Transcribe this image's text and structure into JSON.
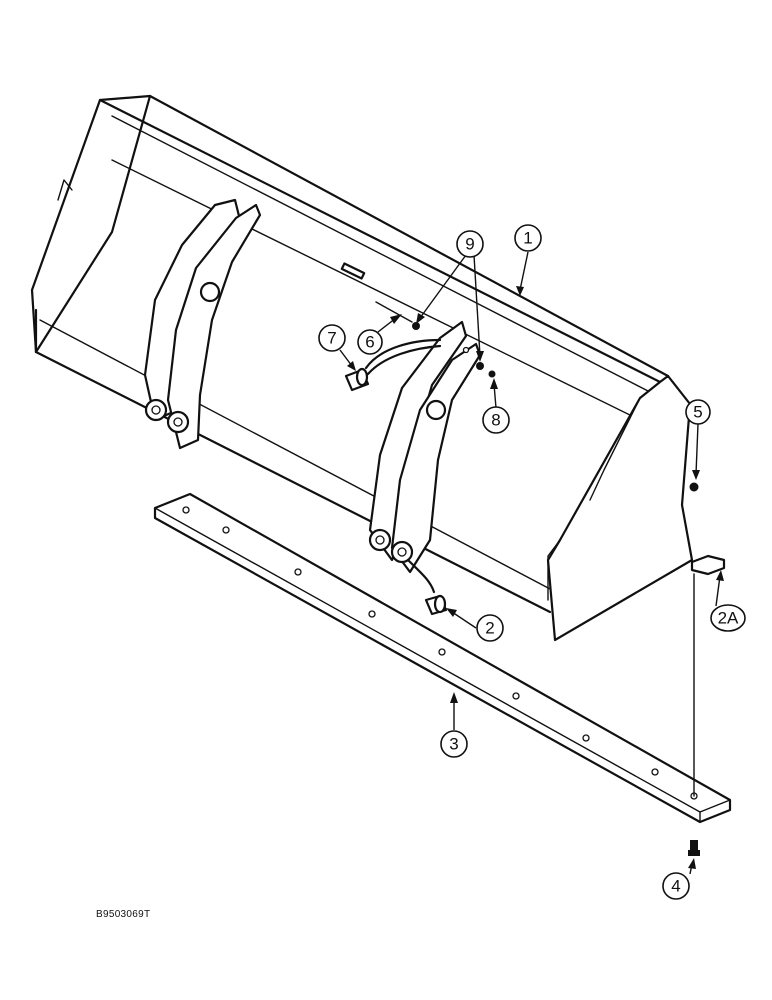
{
  "figure": {
    "id_text": "B9503069T"
  },
  "callouts": [
    {
      "key": "c1",
      "label": "1"
    },
    {
      "key": "c2",
      "label": "2"
    },
    {
      "key": "c2a",
      "label": "2A"
    },
    {
      "key": "c3",
      "label": "3"
    },
    {
      "key": "c4",
      "label": "4"
    },
    {
      "key": "c5",
      "label": "5"
    },
    {
      "key": "c6",
      "label": "6"
    },
    {
      "key": "c7",
      "label": "7"
    },
    {
      "key": "c8",
      "label": "8"
    },
    {
      "key": "c9",
      "label": "9"
    }
  ]
}
